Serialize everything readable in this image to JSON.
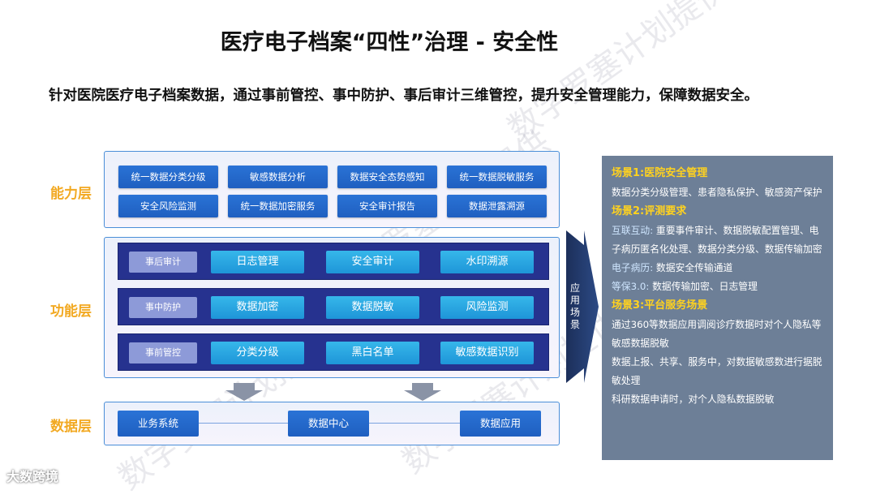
{
  "title": "医疗电子档案“四性”治理 - 安全性",
  "subtitle": "针对医院医疗电子档案数据，通过事前管控、事中防护、事后审计三维管控，提升安全管理能力，保障数据安全。",
  "layers": {
    "capability": {
      "label": "能力层",
      "items": [
        "统一数据分类分级",
        "敏感数据分析",
        "数据安全态势感知",
        "统一数据脱敏服务",
        "安全风险监测",
        "统一数据加密服务",
        "安全审计报告",
        "数据泄露溯源"
      ]
    },
    "function": {
      "label": "功能层",
      "rows": [
        {
          "tag": "事后审计",
          "items": [
            "日志管理",
            "安全审计",
            "水印溯源"
          ]
        },
        {
          "tag": "事中防护",
          "items": [
            "数据加密",
            "数据脱敏",
            "风险监测"
          ]
        },
        {
          "tag": "事前管控",
          "items": [
            "分类分级",
            "黑白名单",
            "敏感数据识别"
          ]
        }
      ]
    },
    "data": {
      "label": "数据层",
      "items": [
        "业务系统",
        "数据中心",
        "数据应用"
      ]
    }
  },
  "arrow_label": [
    "应",
    "用",
    "场",
    "景"
  ],
  "scenarios": {
    "s1_title": "场景1:医院安全管理",
    "s1_text": "数据分类分级管理、患者隐私保护、敏感资产保护",
    "s2_title": "场景2:评测要求",
    "s2_p1_prefix": "互联互动:",
    "s2_p1_text": "重要事件审计、数据脱敏配置管理、电子病历匿名化处理、数据分类分级、数据传输加密",
    "s2_p2_prefix": "电子病历:",
    "s2_p2_text": "数据安全传输通道",
    "s2_p3_prefix": "等保3.0:",
    "s2_p3_text": "数据传输加密、日志管理",
    "s3_title": "场景3:平台服务场景",
    "s3_t1": "通过360等数据应用调阅诊疗数据时对个人隐私等敏感数据脱敏",
    "s3_t2": "数据上报、共享、服务中，对数据敏感数进行据脱敏处理",
    "s3_t3": "科研数据申请时，对个人隐私数据脱敏"
  },
  "watermark": "数字罗塞计划提供",
  "logo": "大数跨境",
  "colors": {
    "accent_yellow": "#f2a922",
    "scenario_bg": "#6d7f97",
    "panel_border": "#4a8ed8",
    "button_blue": "#1f5fc0",
    "function_row": "#26328f",
    "function_button": "#1e95d8"
  }
}
